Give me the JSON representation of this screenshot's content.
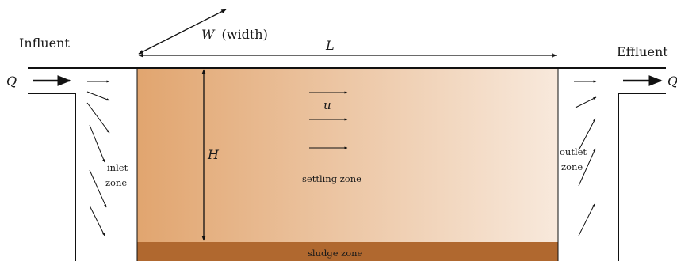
{
  "labels": {
    "influent": "Influent",
    "effluent": "Effluent",
    "q_in": "Q",
    "q_out": "Q",
    "w_symbol": "W",
    "w_text": "(width)",
    "l_symbol": "L",
    "h_symbol": "H",
    "u_symbol": "u",
    "inlet_zone_line1": "inlet",
    "inlet_zone_line2": "zone",
    "outlet_zone_line1": "outlet",
    "outlet_zone_line2": "zone",
    "settling_zone": "settling zone",
    "sludge_zone": "sludge zone"
  },
  "colors": {
    "settling_gradient_left": "#e1a56f",
    "settling_gradient_right": "#f8e9dc",
    "sludge": "#b0682f",
    "lines": "#111111"
  }
}
